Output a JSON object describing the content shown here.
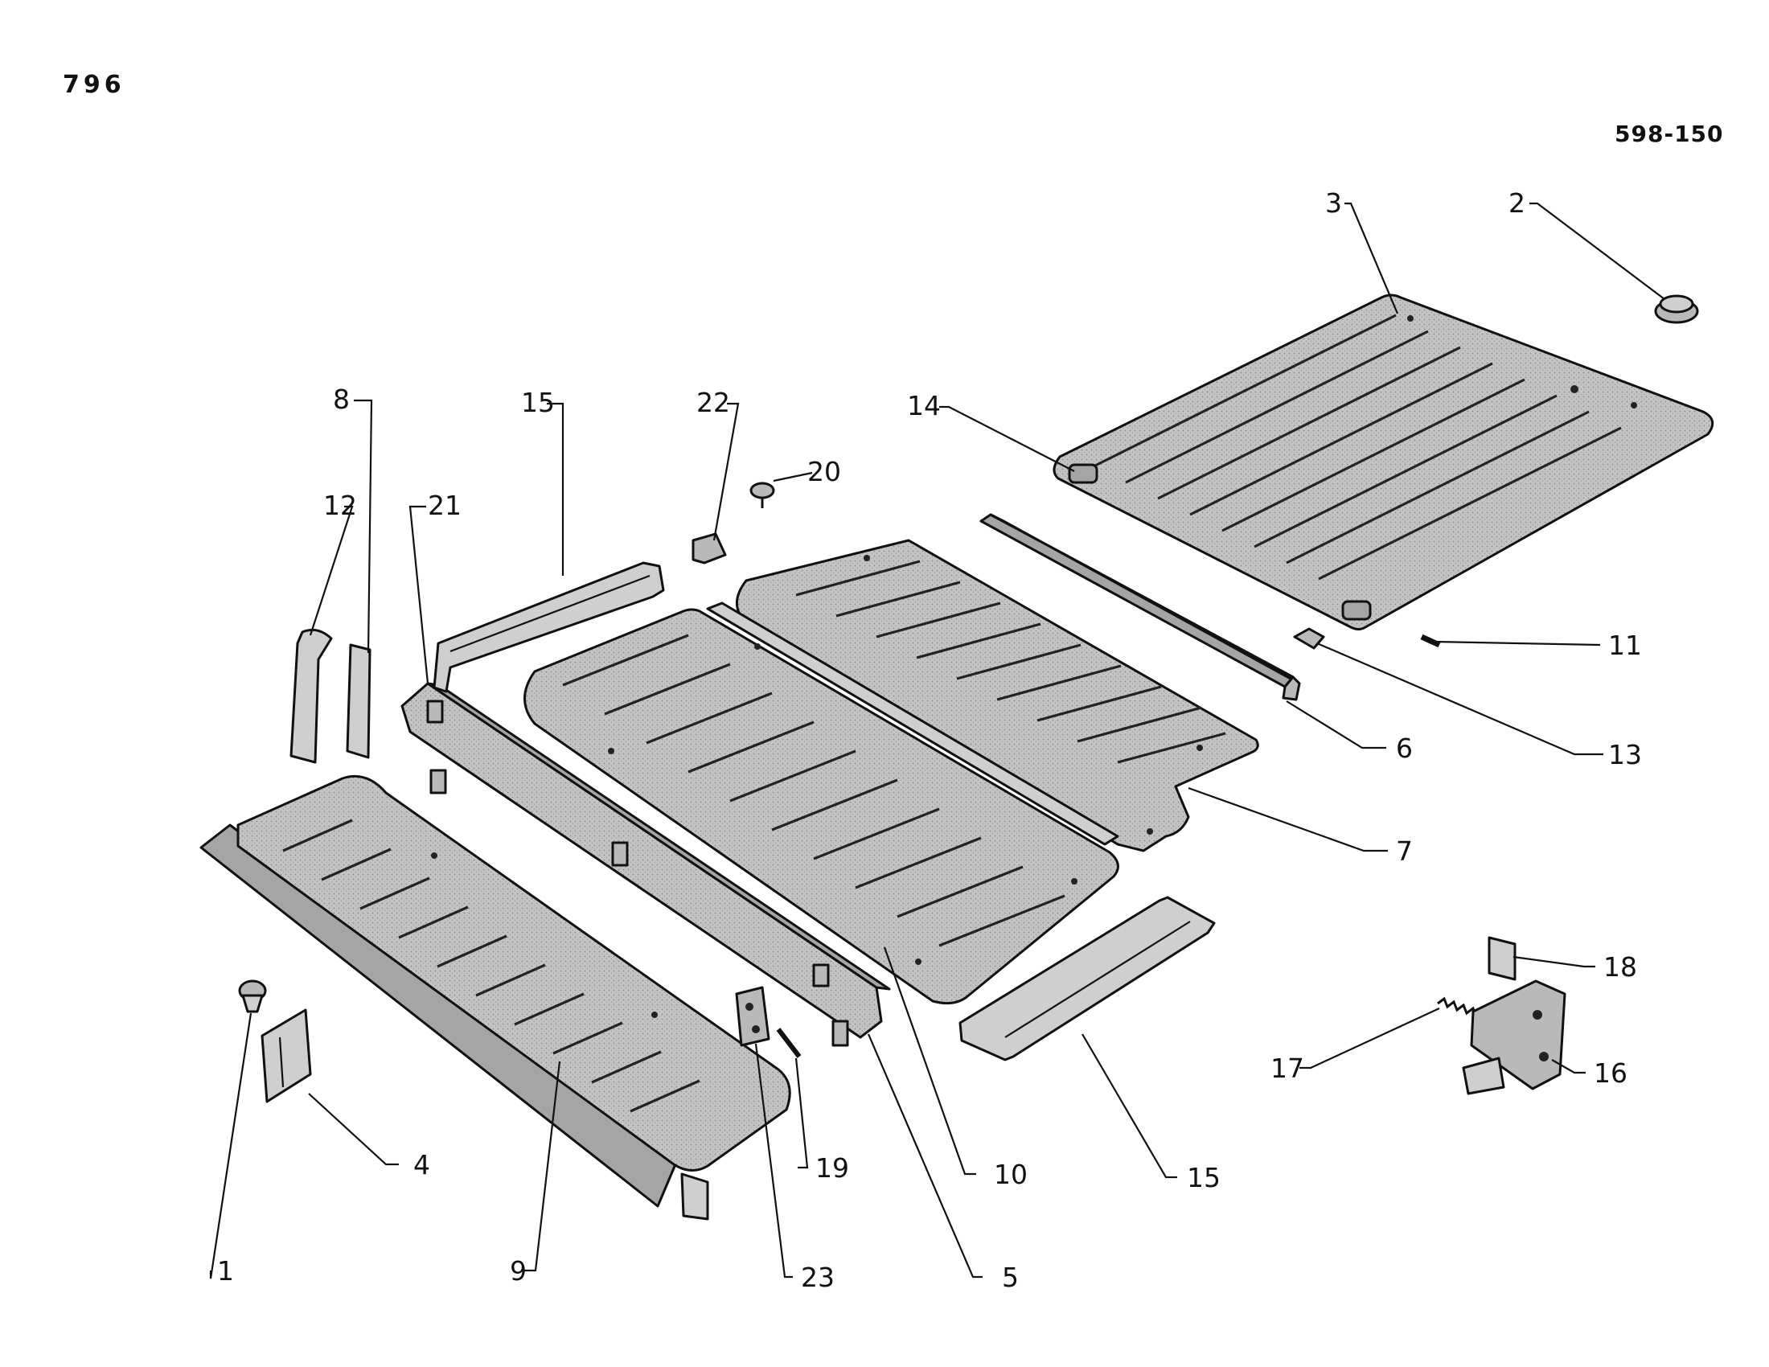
{
  "header": {
    "page_number": "796",
    "plate_reference": "598-150"
  },
  "callouts": {
    "c1": "1",
    "c2": "2",
    "c3": "3",
    "c4": "4",
    "c5": "5",
    "c6": "6",
    "c7": "7",
    "c8": "8",
    "c9": "9",
    "c10": "10",
    "c11": "11",
    "c12": "12",
    "c13": "13",
    "c14": "14",
    "c15a": "15",
    "c15b": "15",
    "c16": "16",
    "c17": "17",
    "c18": "18",
    "c19": "19",
    "c20": "20",
    "c21": "21",
    "c22": "22",
    "c23": "23"
  }
}
